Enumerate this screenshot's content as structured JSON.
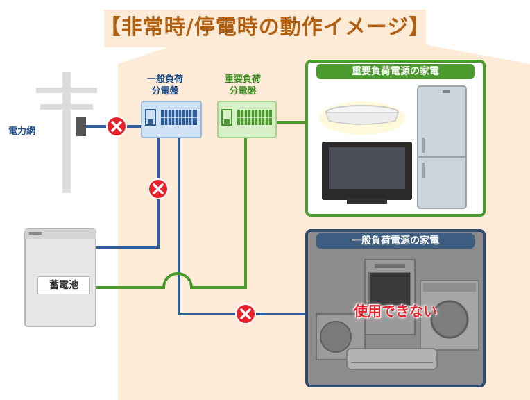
{
  "title": "【非常時/停電時の動作イメージ】",
  "grid": {
    "label": "電力網"
  },
  "panels": {
    "general": {
      "line1": "一般負荷",
      "line2": "分電盤"
    },
    "important": {
      "line1": "重要負荷",
      "line2": "分電盤"
    }
  },
  "important_appliances": {
    "header": "重要負荷電源の家電",
    "items": [
      "ceiling-light",
      "refrigerator",
      "television"
    ]
  },
  "general_appliances": {
    "header": "一般負荷電源の家電",
    "status": "使用できない",
    "items": [
      "oven",
      "washing-machine",
      "air-conditioner-outdoor-unit",
      "air-conditioner-indoor-unit"
    ]
  },
  "battery": {
    "label": "蓄電池"
  },
  "colors": {
    "general_line": "#2f5d9a",
    "important_line": "#4a9a2e",
    "blocked_marker": "#e8222b",
    "house_background": "#fdebd8"
  }
}
